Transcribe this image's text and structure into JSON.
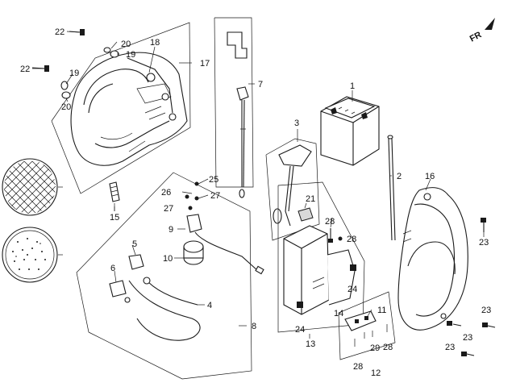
{
  "direction_marker": {
    "label": "FR",
    "icon": "front-arrow-icon"
  },
  "callouts": {
    "c1": "1",
    "c2": "2",
    "c3": "3",
    "c4": "4",
    "c5": "5",
    "c6": "6",
    "c7": "7",
    "c8": "8",
    "c9": "9",
    "c10": "10",
    "c11": "11",
    "c12": "12",
    "c13": "13",
    "c14": "14",
    "c15": "15",
    "c16": "16",
    "c17": "17",
    "c18": "18",
    "c19a": "19",
    "c19b": "19",
    "c20a": "20",
    "c20b": "20",
    "c21": "21",
    "c22a": "22",
    "c22b": "22",
    "c23a": "23",
    "c23b": "23",
    "c23c": "23",
    "c23d": "23",
    "c24a": "24",
    "c24b": "24",
    "c25": "25",
    "c26": "26",
    "c27a": "27",
    "c27b": "27",
    "c28a": "28",
    "c28b": "28",
    "c28c": "28",
    "c28d": "28",
    "c29": "29"
  }
}
